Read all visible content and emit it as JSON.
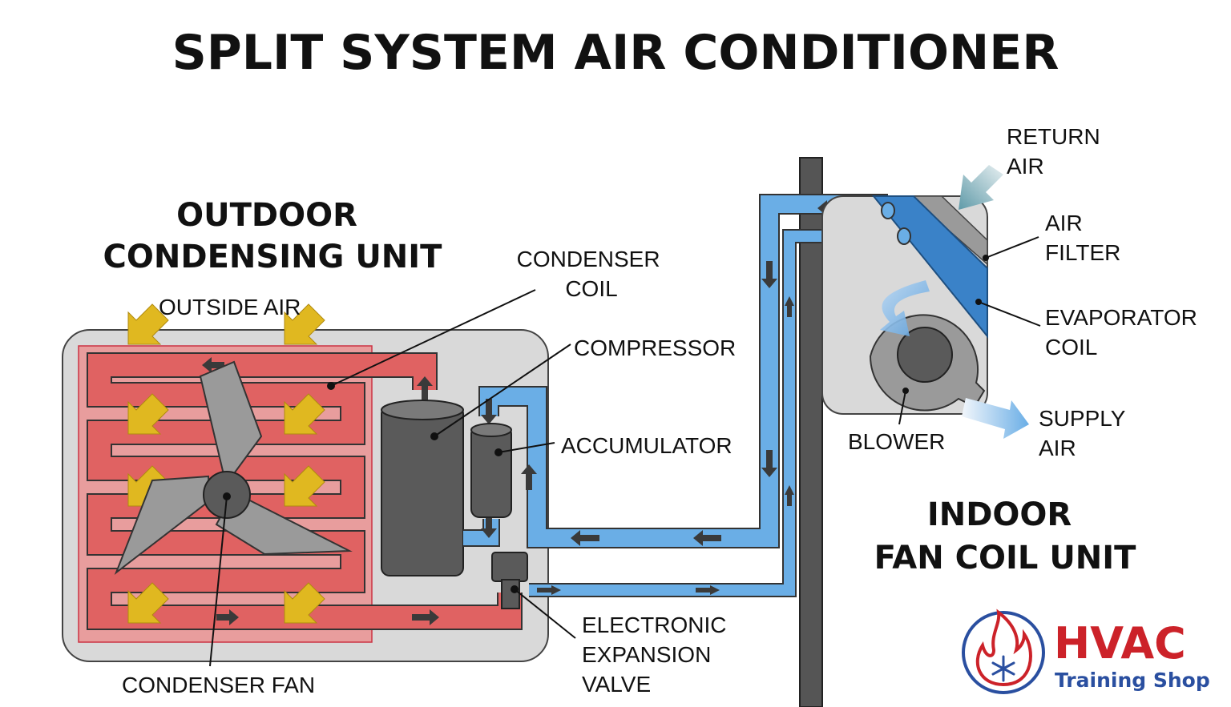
{
  "title": "SPLIT SYSTEM AIR CONDITIONER",
  "outdoor_unit": {
    "line1": "OUTDOOR",
    "line2": "CONDENSING UNIT"
  },
  "indoor_unit": {
    "line1": "INDOOR",
    "line2": "FAN COIL UNIT"
  },
  "labels": {
    "outside_air": "OUTSIDE AIR",
    "condenser_coil": [
      "CONDENSER",
      "COIL"
    ],
    "compressor": "COMPRESSOR",
    "accumulator": "ACCUMULATOR",
    "expansion_valve": [
      "ELECTRONIC",
      "EXPANSION",
      "VALVE"
    ],
    "condenser_fan": "CONDENSER FAN",
    "return_air": [
      "RETURN",
      "AIR"
    ],
    "air_filter": [
      "AIR",
      "FILTER"
    ],
    "evaporator_coil": [
      "EVAPORATOR",
      "COIL"
    ],
    "blower": "BLOWER",
    "supply_air": [
      "SUPPLY",
      "AIR"
    ]
  },
  "logo": {
    "brand": "HVAC",
    "tagline": "Training Shop"
  },
  "colors": {
    "hot_refrigerant": "#e06262",
    "cold_refrigerant": "#6aaee6",
    "unit_body": "#d9d9d9",
    "component": "#5a5a5a",
    "outside_air_arrow": "#e0b820",
    "logo_red": "#cc2229",
    "logo_blue": "#2a4fa0"
  }
}
